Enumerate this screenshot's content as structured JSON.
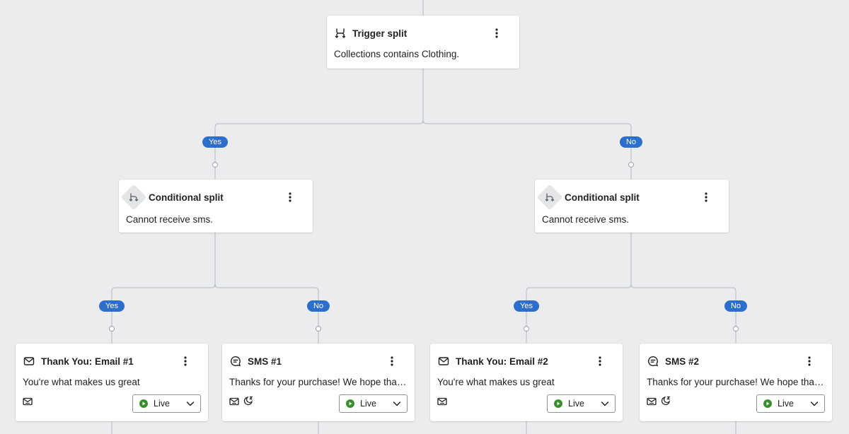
{
  "colors": {
    "background": "#ebecee",
    "accent": "#2c6ecb",
    "live": "#3a8f2e",
    "connector": "#b5b8bc"
  },
  "trigger_split": {
    "icon": "split-arrows-icon",
    "title": "Trigger split",
    "description": "Collections contains Clothing."
  },
  "branch_labels": {
    "yes": "Yes",
    "no": "No"
  },
  "conditional_splits": [
    {
      "icon": "conditional-split-icon",
      "title": "Conditional split",
      "description": "Cannot receive sms."
    },
    {
      "icon": "conditional-split-icon",
      "title": "Conditional split",
      "description": "Cannot receive sms."
    }
  ],
  "actions": [
    {
      "type": "email",
      "icon": "mail-icon",
      "title": "Thank You: Email #1",
      "description": "You're what makes us great",
      "status": "Live",
      "badges": [
        "email-badge-icon"
      ]
    },
    {
      "type": "sms",
      "icon": "message-icon",
      "title": "SMS #1",
      "description": "Thanks for your purchase! We hope that you love your items.",
      "status": "Live",
      "badges": [
        "email-badge-icon",
        "quiet-hours-icon"
      ]
    },
    {
      "type": "email",
      "icon": "mail-icon",
      "title": "Thank You: Email #2",
      "description": "You're what makes us great",
      "status": "Live",
      "badges": [
        "email-badge-icon"
      ]
    },
    {
      "type": "sms",
      "icon": "message-icon",
      "title": "SMS #2",
      "description": "Thanks for your purchase! We hope that you love your items.",
      "status": "Live",
      "badges": [
        "email-badge-icon",
        "quiet-hours-icon"
      ]
    }
  ]
}
